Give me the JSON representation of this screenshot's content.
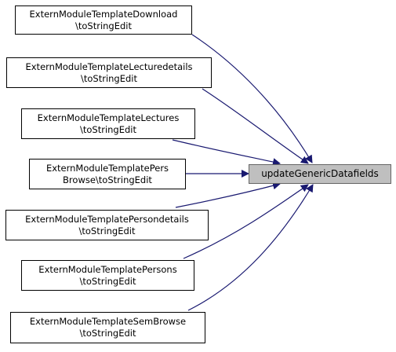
{
  "graph": {
    "target_node": {
      "label": "updateGenericDatafields"
    },
    "caller_nodes": [
      {
        "line1": "ExternModuleTemplateDownload",
        "line2": "\\toStringEdit"
      },
      {
        "line1": "ExternModuleTemplateLecturedetails",
        "line2": "\\toStringEdit"
      },
      {
        "line1": "ExternModuleTemplateLectures",
        "line2": "\\toStringEdit"
      },
      {
        "line1": "ExternModuleTemplatePers",
        "line2": "Browse\\toStringEdit"
      },
      {
        "line1": "ExternModuleTemplatePersondetails",
        "line2": "\\toStringEdit"
      },
      {
        "line1": "ExternModuleTemplatePersons",
        "line2": "\\toStringEdit"
      },
      {
        "line1": "ExternModuleTemplateSemBrowse",
        "line2": "\\toStringEdit"
      }
    ],
    "colors": {
      "edge": "#191970",
      "target_fill": "#bfbfbf",
      "target_border": "#666666",
      "node_border": "#000000"
    }
  }
}
